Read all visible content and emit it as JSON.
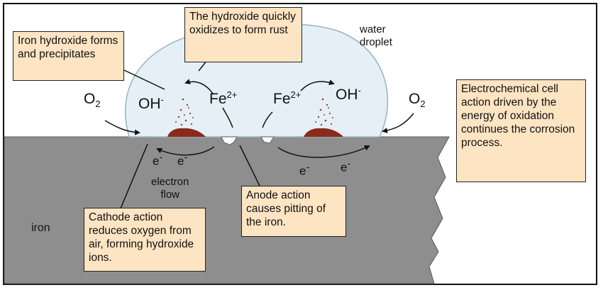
{
  "labels": {
    "water_droplet": "water\ndroplet",
    "iron": "iron",
    "electron_flow": "electron\nflow"
  },
  "chem": {
    "o2_left": {
      "base": "O",
      "sub": "2"
    },
    "o2_right": {
      "base": "O",
      "sub": "2"
    },
    "oh_left": {
      "base": "OH",
      "sup": "-"
    },
    "oh_right": {
      "base": "OH",
      "sup": "-"
    },
    "fe_left": {
      "base": "Fe",
      "sup": "2+"
    },
    "fe_right": {
      "base": "Fe",
      "sup": "2+"
    },
    "electrons": [
      "e",
      "e",
      "e",
      "e"
    ],
    "electron_sup": "-"
  },
  "callouts": {
    "hydroxide_oxidizes": "The hydroxide quickly oxidizes to form rust",
    "iron_hydroxide": "Iron hydroxide forms and precipitates",
    "electrochemical": "Electrochemical cell action driven by the energy of oxidation continues the corrosion process.",
    "anode": "Anode action causes pitting of the iron.",
    "cathode": "Cathode action reduces oxygen from air, forming hydroxide ions."
  },
  "colors": {
    "droplet_fill": "#e4f0f6",
    "iron_fill": "#8e8e8e",
    "rust": "#8a2a1c",
    "callout_fill": "#fde4c3"
  }
}
